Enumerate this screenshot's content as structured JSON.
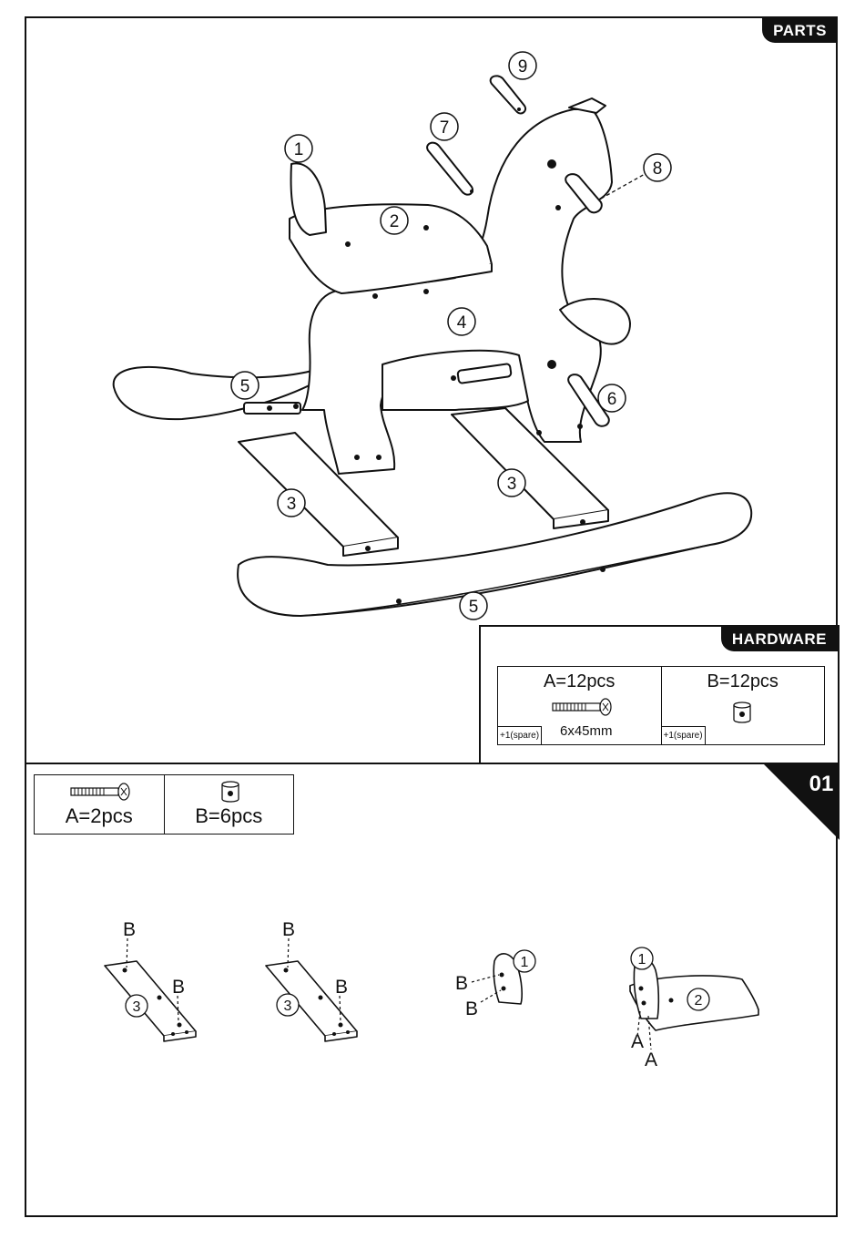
{
  "parts_section": {
    "tab_label": "PARTS",
    "callouts": [
      "1",
      "2",
      "3",
      "3",
      "4",
      "5",
      "5",
      "6",
      "7",
      "8",
      "9"
    ]
  },
  "hardware_section": {
    "tab_label": "HARDWARE",
    "item_a": {
      "qty": "A=12pcs",
      "size": "6x45mm",
      "spare": "+1(spare)",
      "icon": "screw-icon"
    },
    "item_b": {
      "qty": "B=12pcs",
      "spare": "+1(spare)",
      "icon": "barrel-nut-icon"
    }
  },
  "step_01": {
    "number": "01",
    "hardware": [
      {
        "qty": "A=2pcs",
        "icon": "screw-icon"
      },
      {
        "qty": "B=6pcs",
        "icon": "barrel-nut-icon"
      }
    ],
    "labels": {
      "b": "B",
      "a": "A"
    },
    "parts": {
      "p1": "1",
      "p2": "2",
      "p3": "3"
    }
  }
}
